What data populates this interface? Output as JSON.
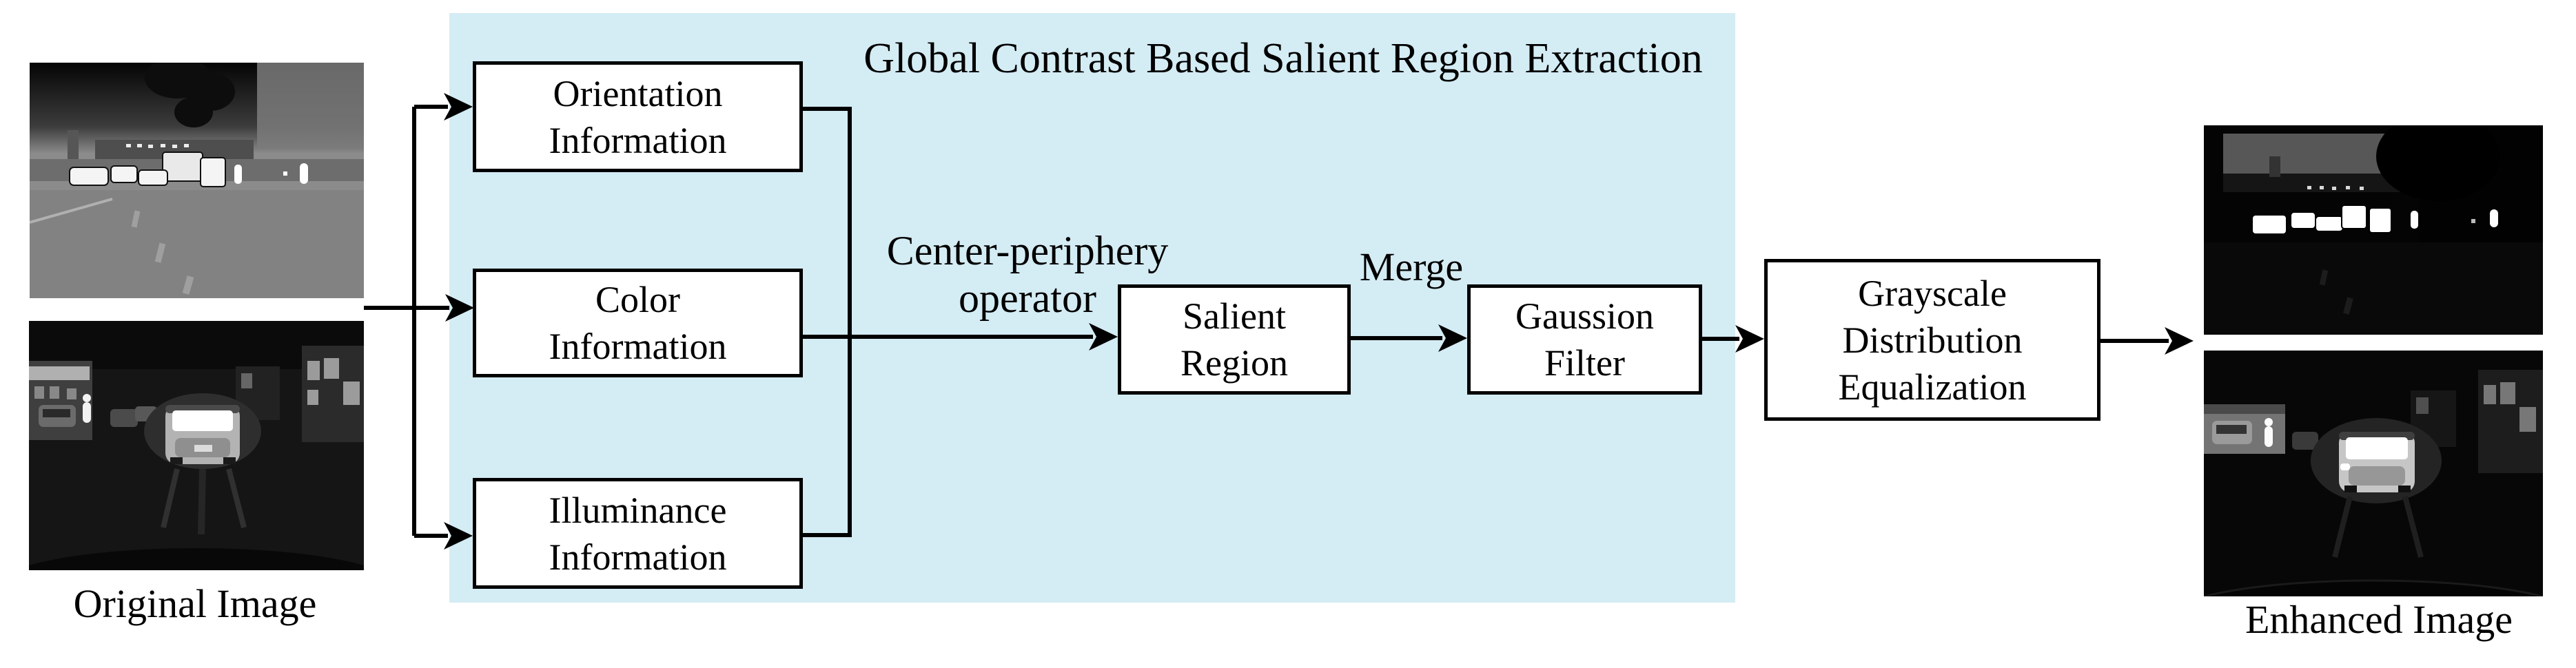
{
  "figure": {
    "title": "Global Contrast Based Salient Region Extraction",
    "input_label": "Original Image",
    "output_label": "Enhanced Image",
    "boxes": {
      "orientation": "Orientation\nInformation",
      "color": "Color\nInformation",
      "illuminance": "Illuminance\nInformation",
      "salient_region": "Salient\nRegion",
      "gaussian_filter": "Gaussion\nFilter",
      "grayscale_equalization": "Grayscale\nDistribution\nEqualization"
    },
    "edge_labels": {
      "center_periphery": "Center-periphery\noperator",
      "merge": "Merge"
    },
    "colors": {
      "panel_bg": "#d4ecf4",
      "box_bg": "#ffffff",
      "box_border": "#000000",
      "line": "#000000",
      "page_bg": "#ffffff"
    }
  }
}
